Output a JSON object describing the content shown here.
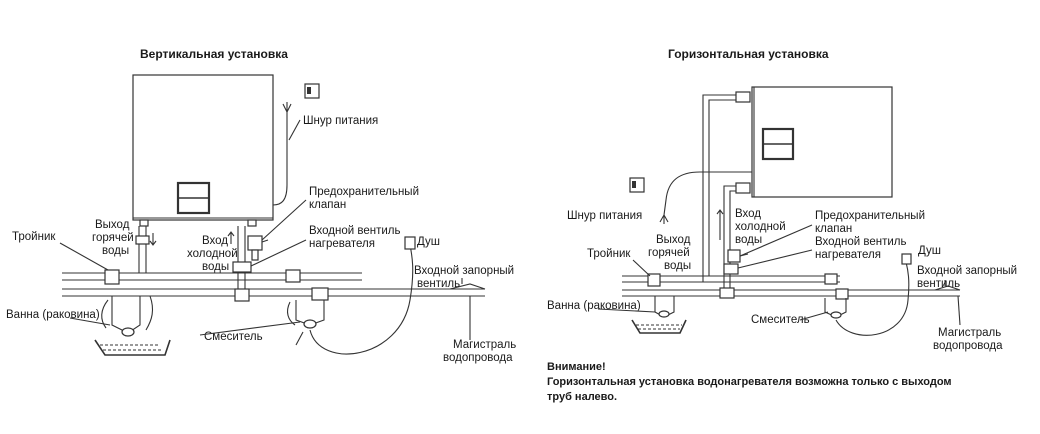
{
  "vertical": {
    "title": "Вертикальная установка",
    "labels": {
      "power_cord": "Шнур питания",
      "safety_valve_1": "Предохранительный",
      "safety_valve_2": "клапан",
      "inlet_valve_1": "Входной вентиль",
      "inlet_valve_2": "нагревателя",
      "hot_out_1": "Выход",
      "hot_out_2": "горячей",
      "hot_out_3": "воды",
      "cold_in_1": "Вход",
      "cold_in_2": "холодной",
      "cold_in_3": "воды",
      "tee": "Тройник",
      "shower": "Душ",
      "main_valve_1": "Входной запорный",
      "main_valve_2": "вентиль",
      "bath": "Ванна (раковина)",
      "mixer": "Смеситель",
      "mains_1": "Магистраль",
      "mains_2": "водопровода"
    }
  },
  "horizontal": {
    "title": "Горизонтальная установка",
    "labels": {
      "power_cord": "Шнур питания",
      "cold_in_1": "Вход",
      "cold_in_2": "холодной",
      "cold_in_3": "воды",
      "safety_valve_1": "Предохранительный",
      "safety_valve_2": "клапан",
      "inlet_valve_1": "Входной вентиль",
      "inlet_valve_2": "нагревателя",
      "hot_out_1": "Выход",
      "hot_out_2": "горячей",
      "hot_out_3": "воды",
      "tee": "Тройник",
      "shower": "Душ",
      "main_valve_1": "Входной запорный",
      "main_valve_2": "вентиль",
      "bath": "Ванна (раковина)",
      "mixer": "Смеситель",
      "mains_1": "Магистраль",
      "mains_2": "водопровода"
    }
  },
  "warning": {
    "heading": "Внимание!",
    "line1": "Горизонтальная установка водонагревателя возможна только с выходом",
    "line2": "труб налево."
  }
}
